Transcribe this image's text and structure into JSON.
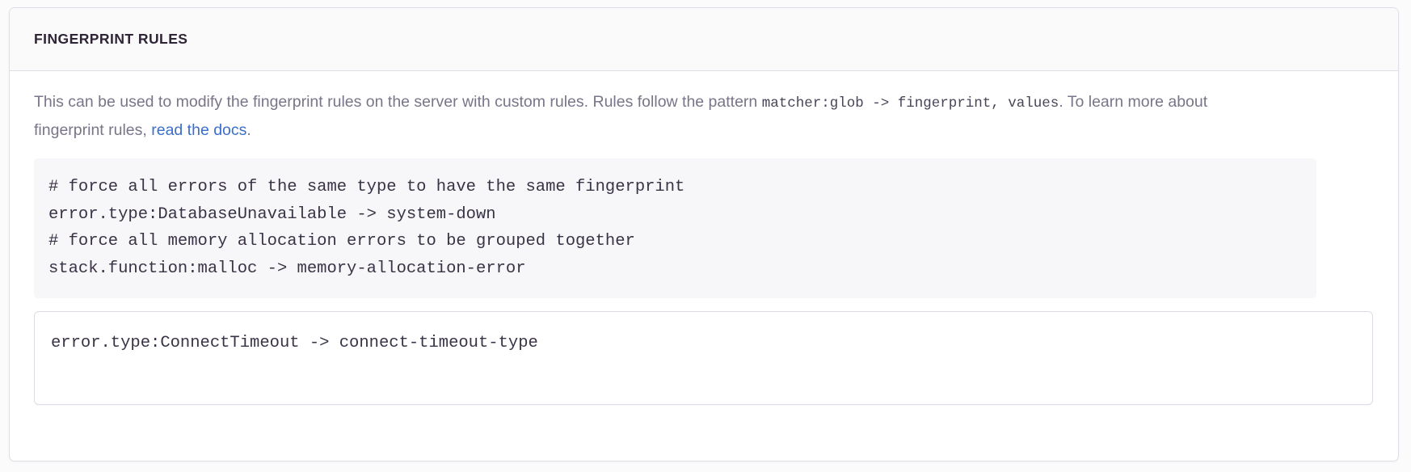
{
  "panel": {
    "title": "FINGERPRINT RULES",
    "accent_color": "#3b6ecc",
    "header_bg": "#fafafb",
    "border_color": "#e0dfe6",
    "body_text_color": "#7a7489",
    "code_bg": "#f7f7f9",
    "code_text_color": "#3a3346"
  },
  "description": {
    "part1": "This can be used to modify the fingerprint rules on the server with custom rules. Rules follow the pattern ",
    "code1": "matcher:glob -> fingerprint, values",
    "part2": ". To learn more about fingerprint rules, ",
    "link_label": "read the docs",
    "part3": "."
  },
  "example_code": {
    "lines": [
      "# force all errors of the same type to have the same fingerprint",
      "error.type:DatabaseUnavailable -> system-down",
      "# force all memory allocation errors to be grouped together",
      "stack.function:malloc -> memory-allocation-error"
    ],
    "text": "# force all errors of the same type to have the same fingerprint\nerror.type:DatabaseUnavailable -> system-down\n# force all memory allocation errors to be grouped together\nstack.function:malloc -> memory-allocation-error"
  },
  "rules_input": {
    "value": "error.type:ConnectTimeout -> connect-timeout-type",
    "placeholder": ""
  }
}
